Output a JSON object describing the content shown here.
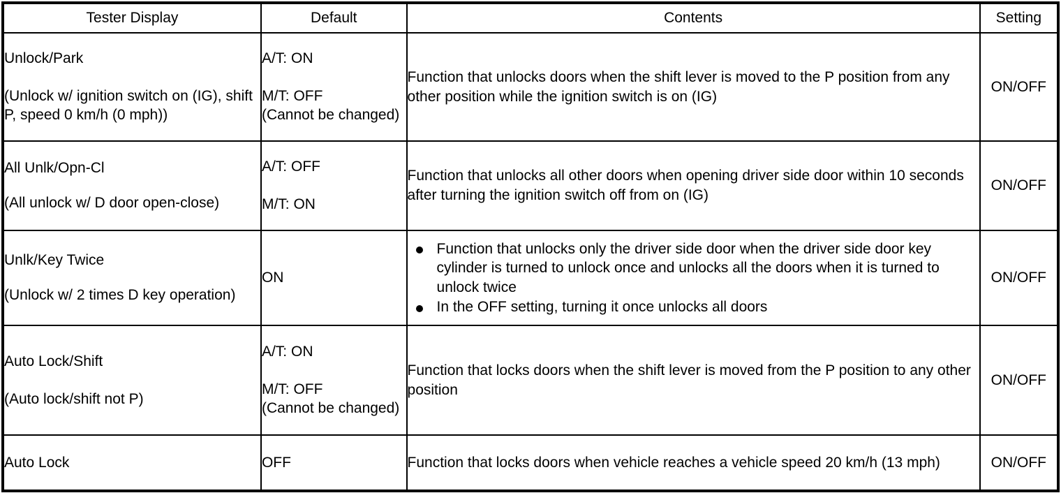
{
  "table": {
    "columns": [
      {
        "key": "tester_display",
        "label": "Tester Display"
      },
      {
        "key": "default",
        "label": "Default"
      },
      {
        "key": "contents",
        "label": "Contents"
      },
      {
        "key": "setting",
        "label": "Setting"
      }
    ],
    "rows": [
      {
        "tester_name": "Unlock/Park",
        "tester_desc": "(Unlock w/ ignition switch on (IG), shift P, speed 0 km/h (0 mph))",
        "default_line1": "A/T: ON",
        "default_line2": "M/T: OFF",
        "default_note": "(Cannot be changed)",
        "contents": "Function that unlocks doors when the shift lever is moved to the P position from any other position while the ignition switch is on (IG)",
        "setting": "ON/OFF"
      },
      {
        "tester_name": "All Unlk/Opn-Cl",
        "tester_desc": "(All unlock w/ D door open-close)",
        "default_line1": "A/T: OFF",
        "default_line2": "M/T: ON",
        "default_note": "",
        "contents": "Function that unlocks all other doors when opening driver side door within 10 seconds after turning the ignition switch off from on (IG)",
        "setting": "ON/OFF"
      },
      {
        "tester_name": "Unlk/Key Twice",
        "tester_desc": "(Unlock w/ 2 times D key operation)",
        "default_line1": "ON",
        "default_line2": "",
        "default_note": "",
        "contents_bullets": [
          "Function that unlocks only the driver side door when the driver side door key cylinder is turned to unlock once and unlocks all the doors when it is turned to unlock twice",
          "In the OFF setting, turning it once unlocks all doors"
        ],
        "setting": "ON/OFF"
      },
      {
        "tester_name": "Auto Lock/Shift",
        "tester_desc": "(Auto lock/shift not P)",
        "default_line1": "A/T: ON",
        "default_line2": "M/T: OFF",
        "default_note": "(Cannot be changed)",
        "contents": "Function that locks doors when the shift lever is moved from the P position to any other position",
        "setting": "ON/OFF"
      },
      {
        "tester_name": "Auto Lock",
        "tester_desc": "",
        "default_line1": "OFF",
        "default_line2": "",
        "default_note": "",
        "contents": "Function that locks doors when vehicle reaches a vehicle speed 20 km/h (13 mph)",
        "setting": "ON/OFF"
      }
    ]
  },
  "colors": {
    "border": "#000000",
    "text": "#000000",
    "background": "#ffffff"
  }
}
